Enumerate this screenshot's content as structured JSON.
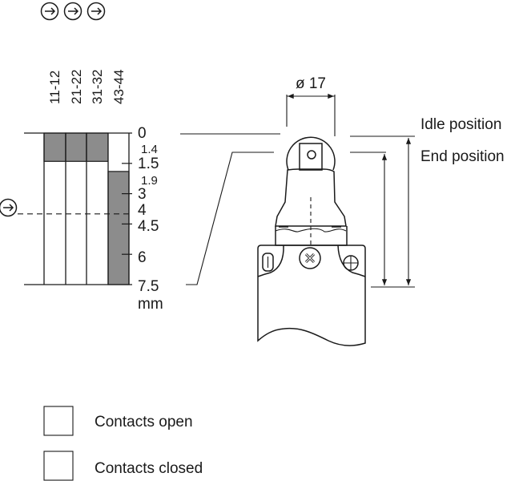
{
  "colors": {
    "closed": "#8c8c8c",
    "open": "#ffffff",
    "ink": "#1a1a1a"
  },
  "icons": [
    "direction-arrow-icon",
    "direction-arrow-icon",
    "direction-arrow-icon",
    "actuation-arrow-icon"
  ],
  "contacts": [
    {
      "label": "11-12",
      "closed_from": 0,
      "closed_to": 1.4
    },
    {
      "label": "21-22",
      "closed_from": 0,
      "closed_to": 1.4
    },
    {
      "label": "31-32",
      "closed_from": 0,
      "closed_to": 1.4
    },
    {
      "label": "43-44",
      "closed_from": 1.9,
      "closed_to": 7.5
    }
  ],
  "travel_scale": {
    "ticks": [
      "0",
      "1.4",
      "1.5",
      "1.9",
      "3",
      "4",
      "4.5",
      "6",
      "7.5"
    ],
    "unit": "mm",
    "dashed_at": 4
  },
  "dimension": {
    "diameter": "ø 17"
  },
  "positions": {
    "idle": "Idle position",
    "end": "End position"
  },
  "legend": {
    "open": "Contacts open",
    "closed": "Contacts closed"
  }
}
